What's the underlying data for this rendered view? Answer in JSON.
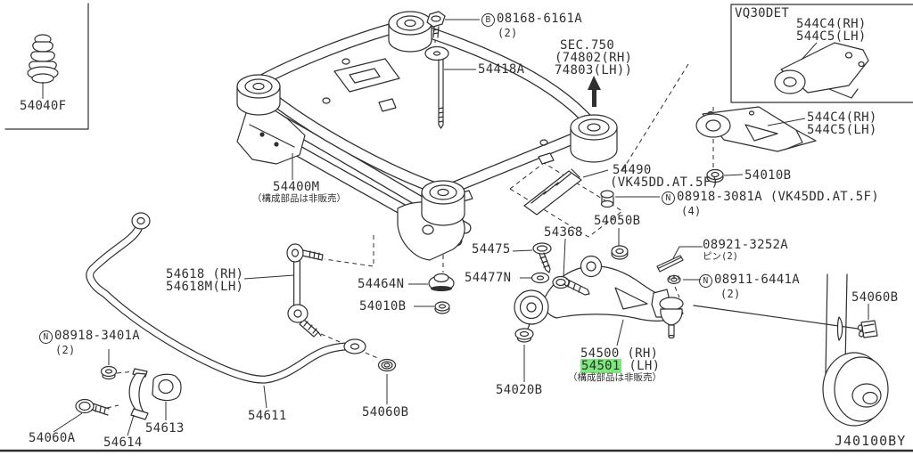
{
  "colors": {
    "line": "#2f2f2f",
    "highlight": "#7ce87c",
    "background": "#ffffff"
  },
  "insets": {
    "clip_box": {
      "part": "54040F"
    },
    "engine_box": {
      "title": "VQ30DET",
      "bracket_rh": "544C4(RH)",
      "bracket_lh": "544C5(LH)"
    }
  },
  "callouts": {
    "bolt_top": {
      "circle": "B",
      "part": "08168-6161A",
      "qty": "(2)"
    },
    "bolt_54418a": {
      "part": "54418A"
    },
    "sec_ref": {
      "line1": "SEC.750",
      "line2": "(74802(RH)",
      "line3": "74803(LH))"
    },
    "bracket_main": {
      "rh": "544C4(RH)",
      "lh": "544C5(LH)"
    },
    "nut_54010b_right": {
      "part": "54010B"
    },
    "nut_08918_3081a": {
      "circle": "N",
      "part": "08918-3081A (VK45DD.AT.5F)",
      "qty": "(4)"
    },
    "stiffener_54490": {
      "part": "54490",
      "variant": "(VK45DD.AT.5F)"
    },
    "member_54400m": {
      "part": "54400M",
      "note": "（構成部品は非販売）"
    },
    "nut_54050b": {
      "part": "54050B"
    },
    "bolt_54368": {
      "part": "54368"
    },
    "bolt_54475": {
      "part": "54475"
    },
    "washer_54477n": {
      "part": "54477N"
    },
    "stab_link": {
      "rh": "54618 (RH)",
      "lh": "54618M(LH)"
    },
    "bush_54464n": {
      "part": "54464N"
    },
    "nut_54010b_mid": {
      "part": "54010B"
    },
    "nut_08918_3401a": {
      "circle": "N",
      "part": "08918-3401A",
      "qty": "(2)"
    },
    "bolt_54060a": {
      "part": "54060A"
    },
    "clamp_54614": {
      "part": "54614"
    },
    "bush_54613": {
      "part": "54613"
    },
    "stab_bar_54611": {
      "part": "54611"
    },
    "nut_54060b_bottom": {
      "part": "54060B"
    },
    "nut_54020b": {
      "part": "54020B"
    },
    "arm": {
      "rh": "54500 (RH)",
      "lh_highlight": "54501",
      "lh_suffix": " (LH)",
      "note": "（構成部品は非販売）"
    },
    "pin": {
      "part": "08921-3252A",
      "sub": "ピン(2)"
    },
    "nut_08911_6441a": {
      "circle": "N",
      "part": "08911-6441A",
      "qty": "(2)"
    },
    "clip_54060b_right": {
      "part": "54060B"
    }
  },
  "drawing_code": "J40100BY"
}
